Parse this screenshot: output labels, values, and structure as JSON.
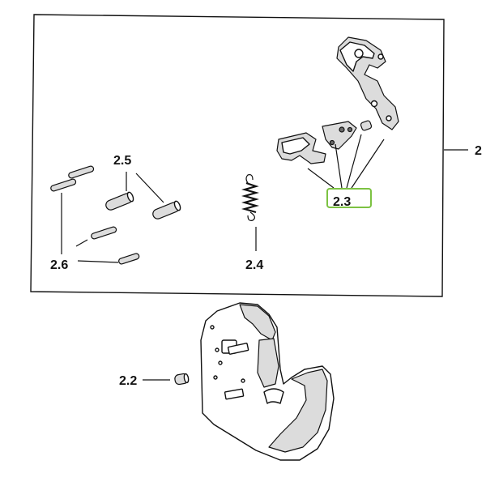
{
  "callouts": {
    "assembly": "2",
    "hook_pin": "2.2",
    "latch_parts": "2.3",
    "spring": "2.4",
    "pins_large": "2.5",
    "pins_small": "2.6"
  },
  "highlight": {
    "target": "2.3",
    "color": "#7cc242"
  }
}
